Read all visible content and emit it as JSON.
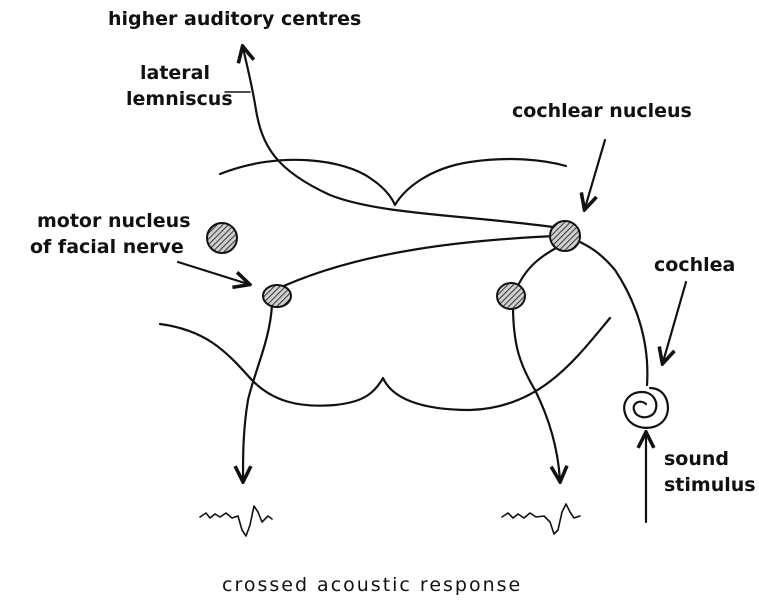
{
  "diagram": {
    "labels": {
      "higher_auditory": "higher auditory centres",
      "lateral_lemniscus": [
        "lateral",
        "lemniscus"
      ],
      "cochlear_nucleus": "cochlear nucleus",
      "motor_nucleus": [
        "motor nucleus",
        "of facial nerve"
      ],
      "cochlea": "cochlea",
      "sound_stimulus": [
        "sound",
        "stimulus"
      ]
    },
    "caption": "crossed acoustic response"
  }
}
